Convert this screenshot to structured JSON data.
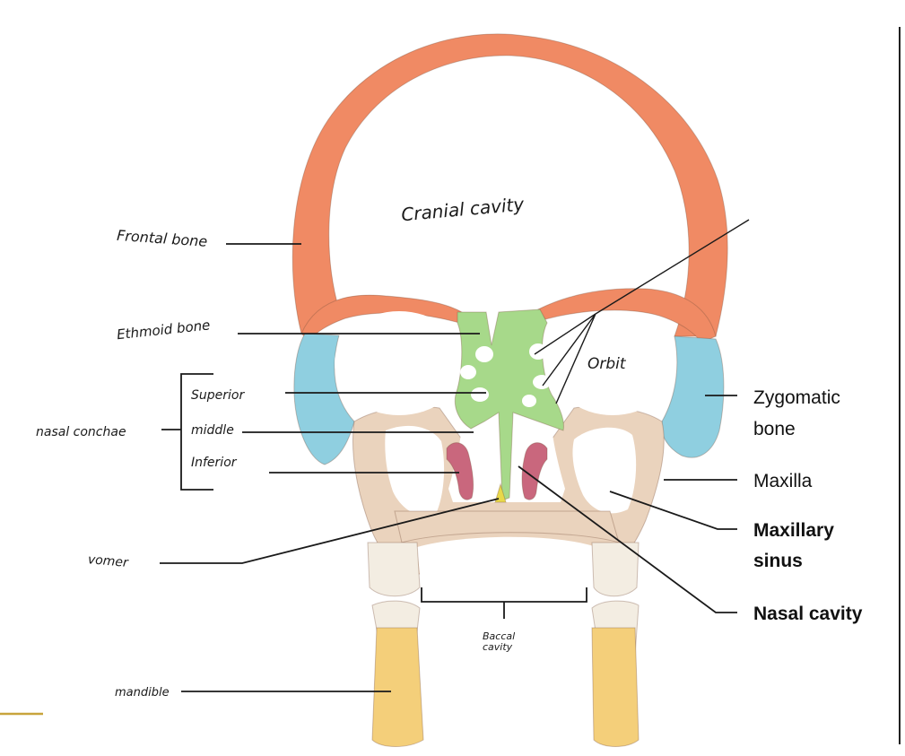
{
  "labels": {
    "cranial_cavity": "Cranial cavity",
    "frontal_bone": "Frontal bone",
    "ethmoid_bone": "Ethmoid bone",
    "orbit": "Orbit",
    "nasal_conchae": "nasal conchae",
    "superior": "Superior",
    "middle": "middle",
    "inferior": "Inferior",
    "vomer": "vomer",
    "buccal_cavity_line1": "Baccal",
    "buccal_cavity_line2": "cavity",
    "mandible": "mandible",
    "zygomatic_line1": "Zygomatic",
    "zygomatic_line2": "bone",
    "maxilla": "Maxilla",
    "maxillary_line1": "Maxillary",
    "maxillary_line2": "sinus",
    "nasal_cavity": "Nasal cavity"
  },
  "colors": {
    "frontal_bone": "#f08a64",
    "zygomatic_bone": "#8fcfe0",
    "ethmoid_bone": "#a7d98a",
    "maxilla": "#ead3bd",
    "inferior_concha": "#c9677d",
    "vomer": "#e8d84a",
    "mandible": "#f4cf7a",
    "teeth": "#f3ede2"
  }
}
